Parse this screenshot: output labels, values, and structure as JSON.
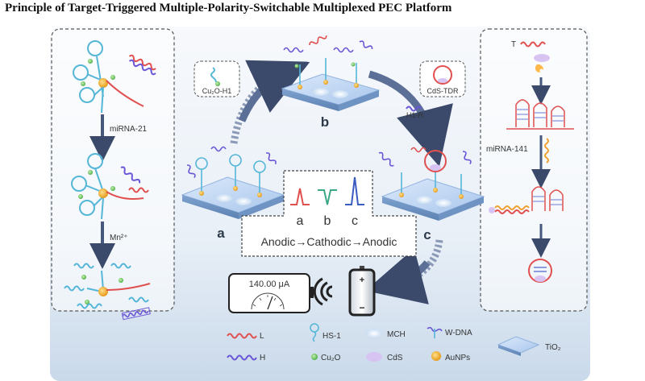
{
  "title": "Principle of Target-Triggered Multiple-Polarity-Switchable Multiplexed PEC Platform",
  "left_panel": {
    "step1": "miRNA-21",
    "step2": "Mn²⁺"
  },
  "right_panel": {
    "target": "T",
    "step2": "miRNA-141"
  },
  "center": {
    "cu2o_h1": "Cu₂O-H1",
    "cds_tdr": "CdS-TDR",
    "h1r": "H1-R",
    "label_a": "a",
    "label_b": "b",
    "label_c": "c",
    "peak_a": "a",
    "peak_b": "b",
    "peak_c": "c",
    "polarity": "Anodic→Cathodic→Anodic",
    "meter_reading": "140.00 μA"
  },
  "legend": {
    "L": "L",
    "H": "H",
    "HS1": "HS-1",
    "Cu2O": "Cu₂O",
    "MCH": "MCH",
    "CdS": "CdS",
    "WDNA": "W-DNA",
    "AuNPs": "AuNPs",
    "TiO2": "TiO₂"
  }
}
